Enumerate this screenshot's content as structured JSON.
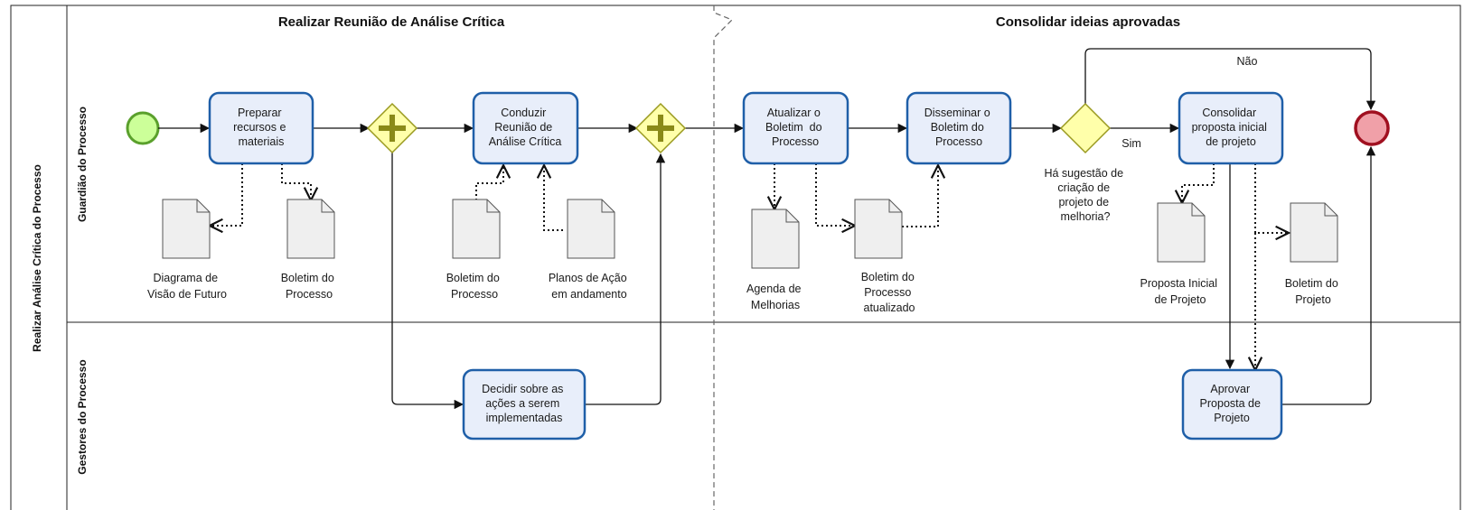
{
  "pool": {
    "title": "Realizar Análise Crítica do Processo"
  },
  "lanes": [
    "Guardião do Processo",
    "Gestores do Processo"
  ],
  "phases": [
    "Realizar Reunião de Análise Crítica",
    "Consolidar ideias aprovadas"
  ],
  "tasks": {
    "t1": [
      "Preparar",
      "recursos e",
      "materiais"
    ],
    "t2": [
      "Conduzir",
      "Reunião de",
      "Análise Crítica"
    ],
    "t3": [
      "Decidir sobre as",
      "ações a serem",
      "implementadas"
    ],
    "t4": [
      "Atualizar o",
      "Boletim  do",
      "Processo"
    ],
    "t5": [
      "Disseminar o",
      "Boletim do",
      "Processo"
    ],
    "t6": [
      "Consolidar",
      "proposta inicial",
      "de projeto"
    ],
    "t7": [
      "Aprovar",
      "Proposta de",
      "Projeto"
    ]
  },
  "documents": {
    "d1": [
      "Diagrama de",
      "Visão de Futuro"
    ],
    "d2": [
      "Boletim do",
      "Processo"
    ],
    "d3": [
      "Boletim do",
      "Processo"
    ],
    "d4": [
      "Planos de Ação",
      "em andamento"
    ],
    "d5": [
      "Agenda de",
      "Melhorias"
    ],
    "d6": [
      "Boletim do",
      "Processo",
      "atualizado"
    ],
    "d7": [
      "Proposta Inicial",
      "de Projeto"
    ],
    "d8": [
      "Boletim do",
      "Projeto"
    ]
  },
  "gateway": {
    "question": [
      "Há sugestão de",
      "criação de",
      "projeto de",
      "melhoria?"
    ],
    "yes": "Sim",
    "no": "Não"
  },
  "colors": {
    "task_fill": "#e8eefa",
    "task_stroke": "#1f5fa8",
    "start_fill": "#ccff99",
    "start_stroke": "#5aa02c",
    "end_fill": "#f0a0a8",
    "end_stroke": "#a01020",
    "gateway_fill": "#ffffaa",
    "gateway_stroke": "#9a9a20",
    "doc_fill": "#efefef"
  }
}
